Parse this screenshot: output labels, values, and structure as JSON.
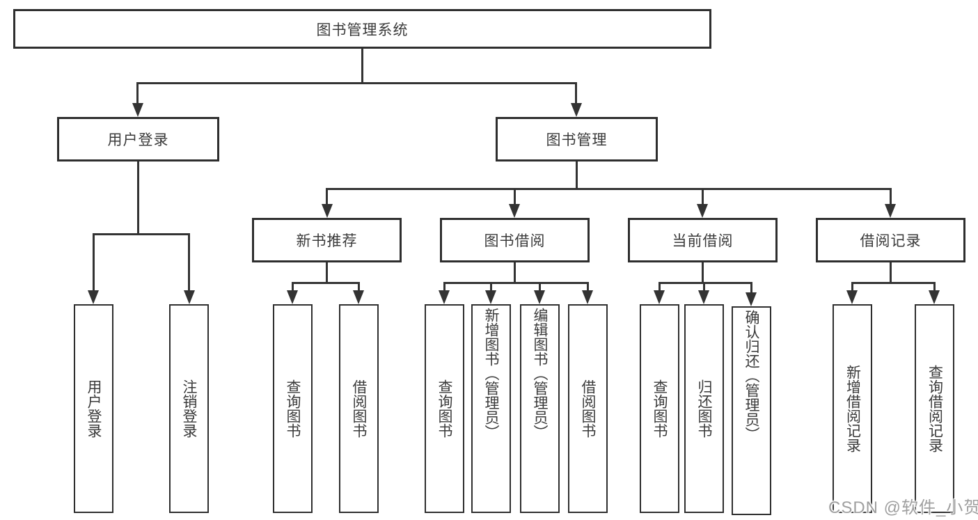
{
  "diagram": {
    "type": "hierarchy-tree",
    "root": {
      "label": "图书管理系统"
    },
    "level2": [
      {
        "label": "用户登录",
        "parent": "图书管理系统"
      },
      {
        "label": "图书管理",
        "parent": "图书管理系统"
      }
    ],
    "level3": [
      {
        "label": "新书推荐",
        "parent": "图书管理"
      },
      {
        "label": "图书借阅",
        "parent": "图书管理"
      },
      {
        "label": "当前借阅",
        "parent": "图书管理"
      },
      {
        "label": "借阅记录",
        "parent": "图书管理"
      }
    ],
    "leaves": [
      {
        "label": "用户登录",
        "parent": "用户登录"
      },
      {
        "label": "注销登录",
        "parent": "用户登录"
      },
      {
        "label": "查询图书",
        "parent": "新书推荐"
      },
      {
        "label": "借阅图书",
        "parent": "新书推荐"
      },
      {
        "label": "查询图书",
        "parent": "图书借阅"
      },
      {
        "label": "新增图书（管理员）",
        "parent": "图书借阅"
      },
      {
        "label": "编辑图书（管理员）",
        "parent": "图书借阅"
      },
      {
        "label": "借阅图书",
        "parent": "图书借阅"
      },
      {
        "label": "查询图书",
        "parent": "当前借阅"
      },
      {
        "label": "归还图书",
        "parent": "当前借阅"
      },
      {
        "label": "确认归还（管理员）",
        "parent": "当前借阅"
      },
      {
        "label": "新增借阅记录",
        "parent": "借阅记录"
      },
      {
        "label": "查询借阅记录",
        "parent": "借阅记录"
      }
    ]
  },
  "watermark": {
    "text": "CSDN @软件_小贺同学"
  },
  "colors": {
    "line": "#333333",
    "border": "#2e2e2e",
    "text": "#3a3a3a",
    "background": "#ffffff",
    "watermark": "#9f9f9f"
  }
}
